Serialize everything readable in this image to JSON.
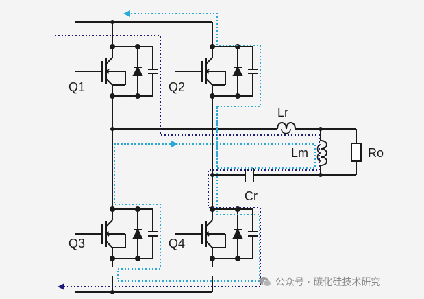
{
  "labels": {
    "q1": "Q1",
    "q2": "Q2",
    "q3": "Q3",
    "q4": "Q4",
    "lr": "Lr",
    "lm": "Lm",
    "ro": "Ro",
    "cr": "Cr"
  },
  "watermark": {
    "text": "公众号 · 碳化硅技术研究",
    "icon": "wechat-icon"
  },
  "colors": {
    "wire": "#1a1a1a",
    "path_dark": "#1e1a78",
    "path_light": "#2aa9d6",
    "watermark": "#8a8a8a"
  }
}
